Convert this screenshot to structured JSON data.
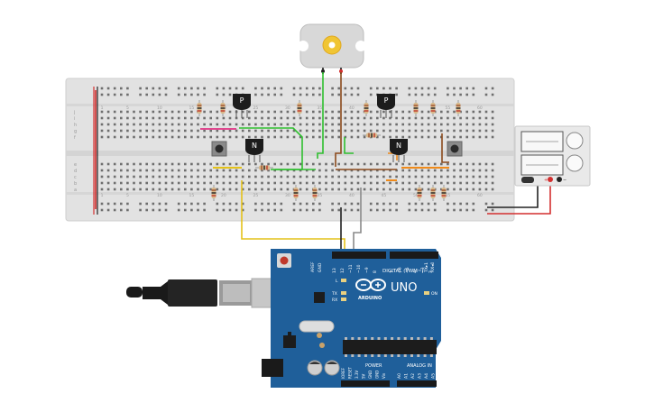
{
  "breadboard": {
    "top_row_letters": [
      "j",
      "i",
      "h",
      "g",
      "f"
    ],
    "bottom_row_letters": [
      "e",
      "d",
      "c",
      "b",
      "a"
    ],
    "column_numbers_top": [
      "1",
      "5",
      "10",
      "15",
      "20",
      "25",
      "30",
      "35",
      "40",
      "45",
      "50",
      "55",
      "60"
    ],
    "column_numbers_bottom": [
      "1",
      "5",
      "10",
      "15",
      "20",
      "25",
      "30",
      "35",
      "40",
      "45",
      "50",
      "55",
      "60"
    ]
  },
  "transistors": {
    "pnp_left": "P",
    "pnp_right": "P",
    "npn_left": "N",
    "npn_right": "N"
  },
  "arduino": {
    "model": "UNO",
    "brand": "ARDUINO",
    "digital_header": "DIGITAL (PWM~)",
    "power_header": "POWER",
    "analog_header": "ANALOG IN",
    "aref": "AREF",
    "gnd": "GND",
    "on_label": "ON",
    "led_l": "L",
    "led_tx": "TX",
    "led_rx": "RX",
    "tx_pin": "TX▸1",
    "rx_pin": "RX◂0",
    "digital_pins": [
      "13",
      "12",
      "~11",
      "~10",
      "~9",
      "8",
      "7",
      "~6",
      "~5",
      "4",
      "~3",
      "2"
    ],
    "power_pins": [
      "IOREF",
      "RESET",
      "3.3V",
      "5V",
      "GND",
      "GND",
      "Vin"
    ],
    "analog_pins": [
      "A0",
      "A1",
      "A2",
      "A3",
      "A4",
      "A5"
    ]
  },
  "power_supply": {
    "plus": "+",
    "minus": "−"
  },
  "colors": {
    "wire_red": "#d32f2f",
    "wire_black": "#222222",
    "wire_green": "#2fbf2f",
    "wire_brown": "#8b4a1c",
    "wire_orange": "#ef8a1a",
    "wire_yellow": "#e4c21a",
    "wire_pink": "#e0488f",
    "wire_gray": "#8a8a8a",
    "arduino_blue": "#1f5f9a",
    "breadboard": "#e6e6e6"
  }
}
